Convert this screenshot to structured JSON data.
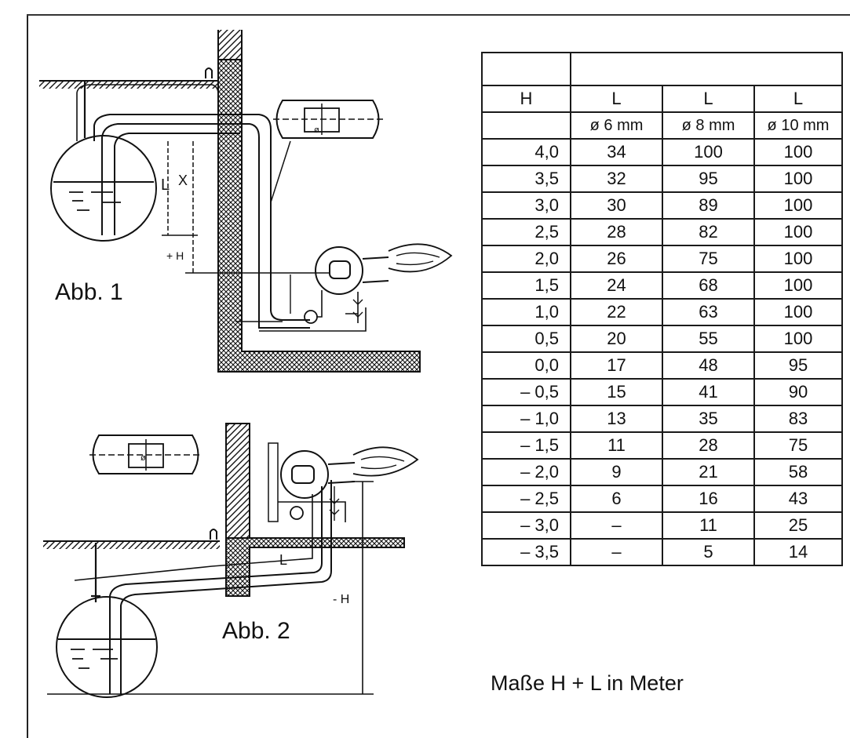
{
  "figures": {
    "fig1_label": "Abb. 1",
    "fig2_label": "Abb. 2",
    "fig1_dim_L": "L",
    "fig1_dim_X": "X",
    "fig1_dim_H": "+ H",
    "fig2_dim_L": "L",
    "fig2_dim_H": "- H",
    "pipe_symbol": "ø"
  },
  "table": {
    "headers": [
      "H",
      "L",
      "L",
      "L"
    ],
    "subheaders": [
      "",
      "ø 6 mm",
      "ø 8 mm",
      "ø 10 mm"
    ],
    "rows": [
      [
        "4,0",
        "34",
        "100",
        "100"
      ],
      [
        "3,5",
        "32",
        "95",
        "100"
      ],
      [
        "3,0",
        "30",
        "89",
        "100"
      ],
      [
        "2,5",
        "28",
        "82",
        "100"
      ],
      [
        "2,0",
        "26",
        "75",
        "100"
      ],
      [
        "1,5",
        "24",
        "68",
        "100"
      ],
      [
        "1,0",
        "22",
        "63",
        "100"
      ],
      [
        "0,5",
        "20",
        "55",
        "100"
      ],
      [
        "0,0",
        "17",
        "48",
        "95"
      ],
      [
        "– 0,5",
        "15",
        "41",
        "90"
      ],
      [
        "– 1,0",
        "13",
        "35",
        "83"
      ],
      [
        "– 1,5",
        "11",
        "28",
        "75"
      ],
      [
        "– 2,0",
        "9",
        "21",
        "58"
      ],
      [
        "– 2,5",
        "6",
        "16",
        "43"
      ],
      [
        "– 3,0",
        "–",
        "11",
        "25"
      ],
      [
        "– 3,5",
        "–",
        "5",
        "14"
      ]
    ]
  },
  "footer": "Maße H + L in Meter"
}
